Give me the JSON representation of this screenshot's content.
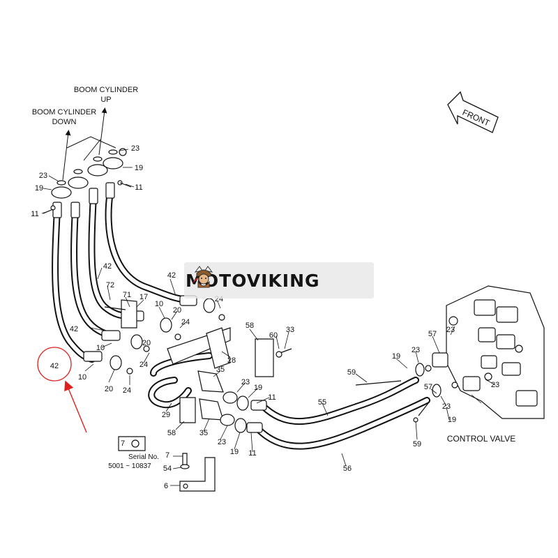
{
  "diagram": {
    "captions": {
      "boom_up_line1": "BOOM CYLINDER",
      "boom_up_line2": "UP",
      "boom_down_line1": "BOOM CYLINDER",
      "boom_down_line2": "DOWN",
      "front": "FRONT",
      "control_valve": "CONTROL VALVE",
      "serial_label": "Serial No.",
      "serial_range": "5001 ~ 10837"
    },
    "part_labels": {
      "p23a": "23",
      "p19a": "19",
      "p11a": "11",
      "p23b": "23",
      "p19b": "19",
      "p11b": "11",
      "p42a": "42",
      "p42b": "42",
      "p42c": "42",
      "p42d": "42",
      "p72": "72",
      "p71": "71",
      "p17": "17",
      "p10a": "10",
      "p10b": "10",
      "p10c": "10",
      "p20a": "20",
      "p20b": "20",
      "p20c": "20",
      "p24a": "24",
      "p24b": "24",
      "p24c": "24",
      "p24d": "24",
      "p58a": "58",
      "p60": "60",
      "p33": "33",
      "p28": "28",
      "p35a": "35",
      "p35b": "35",
      "p23c": "23",
      "p19c": "19",
      "p11c": "11",
      "p23d": "23",
      "p19d": "19",
      "p11d": "11",
      "p29": "29",
      "p58b": "58",
      "p7a": "7",
      "p7b": "7",
      "p54": "54",
      "p6": "6",
      "p55": "55",
      "p56": "56",
      "p59a": "59",
      "p59b": "59",
      "p19e": "19",
      "p23e": "23",
      "p57a": "57",
      "p57b": "57",
      "p23f": "23",
      "p19f": "19",
      "p23g": "23",
      "p23h": "23"
    }
  },
  "watermark": {
    "text": "MOTOVIKING"
  },
  "highlight": {
    "part": "42",
    "color": "#e0201c"
  }
}
